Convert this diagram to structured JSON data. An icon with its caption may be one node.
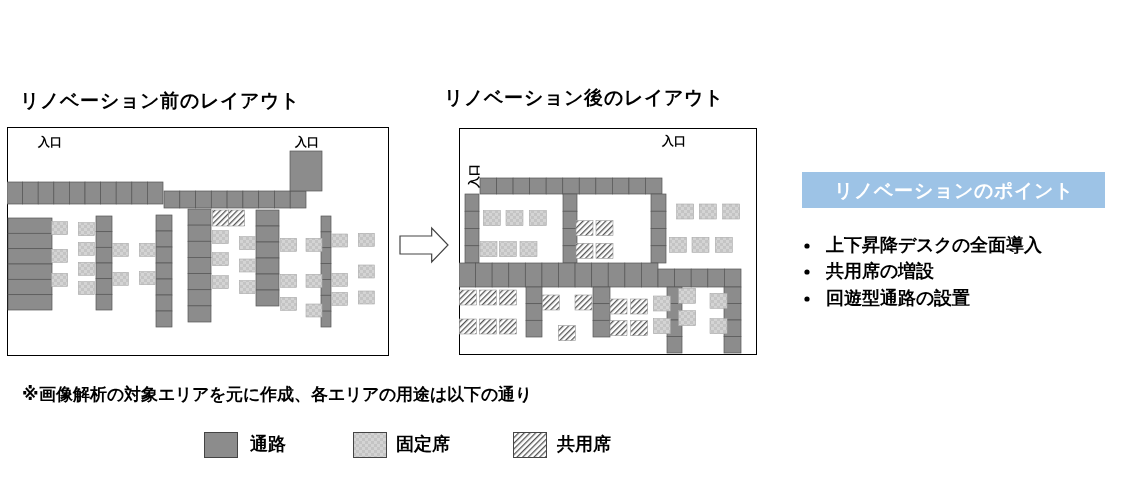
{
  "diagram": {
    "nodes": [
      {
        "text": [
          "リノベーション前のレイアウト"
        ]
      },
      {
        "text": [
          "リノベーション後のレイアウト"
        ]
      },
      {
        "text": [
          "リノベーションのポイント"
        ]
      }
    ],
    "edges": [
      {
        "from": 0,
        "to": 1,
        "arrow": "to"
      }
    ],
    "labels": [
      "入口",
      "入口",
      "入口",
      "入口",
      "上下昇降デスクの全面導入",
      "共用席の増設",
      "回遊型通路の設置",
      "※画像解析の対象エリアを元に作成、各エリアの用途は以下の通り"
    ],
    "legend": [
      {
        "text": "通路",
        "color": "#8c8c8c"
      },
      {
        "text": "固定席"
      },
      {
        "text": "共用席"
      }
    ]
  }
}
